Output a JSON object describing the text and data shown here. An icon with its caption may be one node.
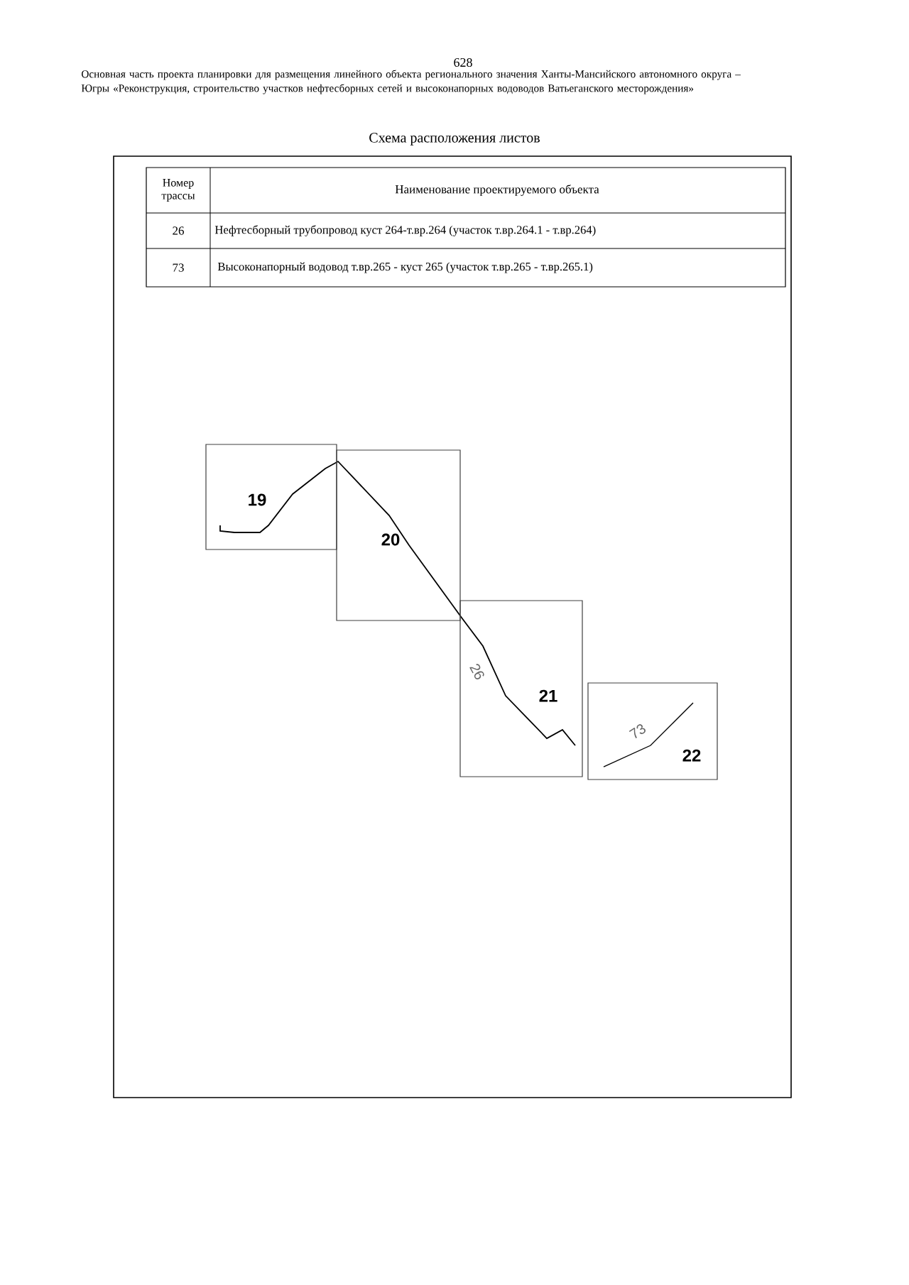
{
  "diagram": {
    "title": "Схема расположения листов",
    "nodes": [
      {
        "text": [
          "19"
        ]
      },
      {
        "text": [
          "20"
        ]
      },
      {
        "text": [
          "21"
        ]
      },
      {
        "text": [
          "22"
        ]
      }
    ],
    "labels": [
      "628",
      "Основная часть проекта планировки для размещения линейного объекта регионального значения Ханты-Мансийского автономного округа – Югры «Реконструкция, строительство участков нефтесборных сетей и высоконапорных водоводов Ватьеганского месторождения»",
      "Номер трассы",
      "Наименование проектируемого объекта",
      "26",
      "Нефтесборный трубопровод куст 264-т.вр.264 (участок т.вр.264.1 - т.вр.264)",
      "73",
      "Высоконапорный водовод т.вр.265 - куст 265 (участок т.вр.265 - т.вр.265.1)",
      "26",
      "73"
    ]
  }
}
